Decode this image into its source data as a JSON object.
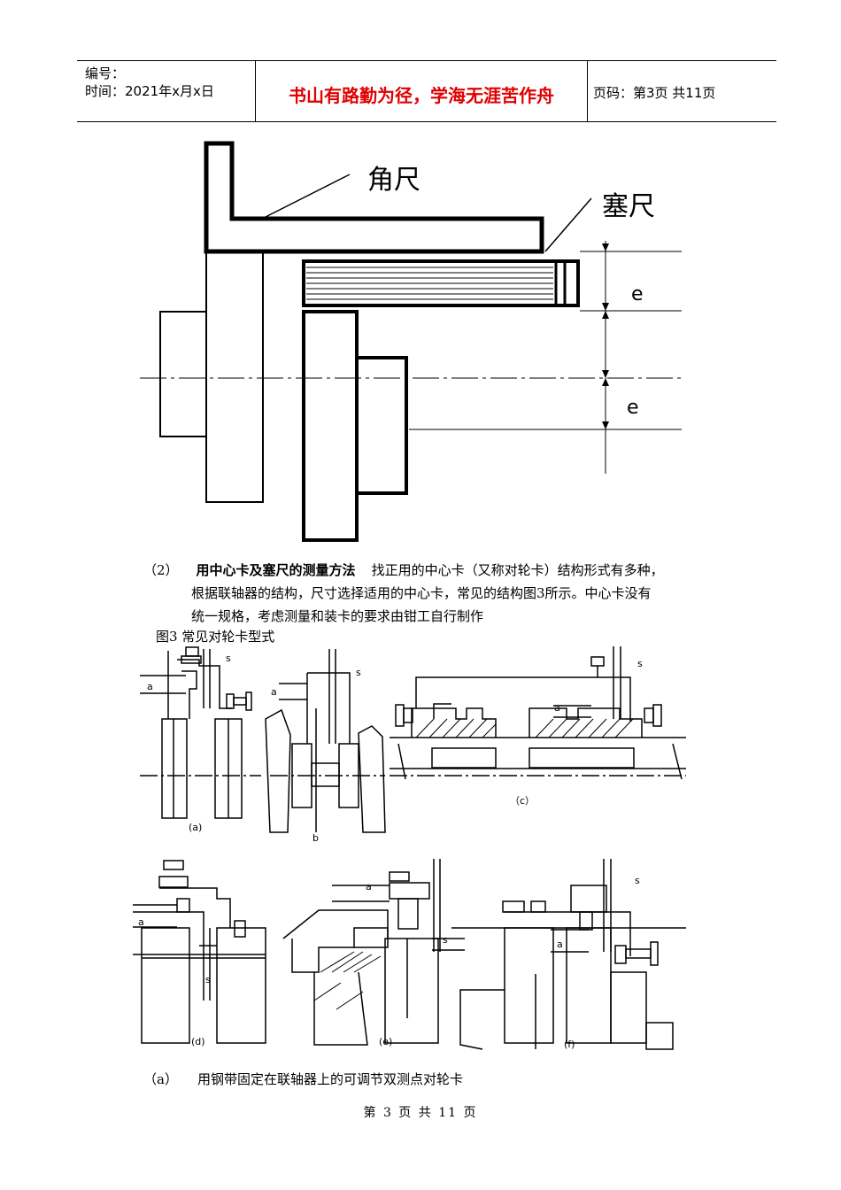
{
  "header": {
    "serial_label": "编号：",
    "time_label": "时间：2021年x月x日",
    "motto": "书山有路勤为径，学海无涯苦作舟",
    "page_label": "页码：第3页  共11页"
  },
  "figure_top": {
    "label_square": "角尺",
    "label_feeler": "塞尺",
    "label_e1": "e",
    "label_e2": "e"
  },
  "body": {
    "item_num": "（2）",
    "item_title": "用中心卡及塞尺的测量方法",
    "item_text_1": "找正用的中心卡（又称对轮卡）结构形式有多种，",
    "item_text_2": "根据联轴器的结构，尺寸选择适用的中心卡，常见的结构图3所示。中心卡没有",
    "item_text_3": "统一规格，考虑测量和装卡的要求由钳工自行制作",
    "figure_caption": "图3   常见对轮卡型式",
    "sub_a_num": "（a）",
    "sub_a_text": "用钢带固定在联轴器上的可调节双测点对轮卡"
  },
  "figure3": {
    "a": "(a)",
    "b": "b",
    "c": "（c）",
    "d": "(d)",
    "e": "(e)",
    "f": "(f)",
    "s": "s",
    "alpha": "a"
  },
  "footer": {
    "page": "第 3 页 共 11 页"
  }
}
